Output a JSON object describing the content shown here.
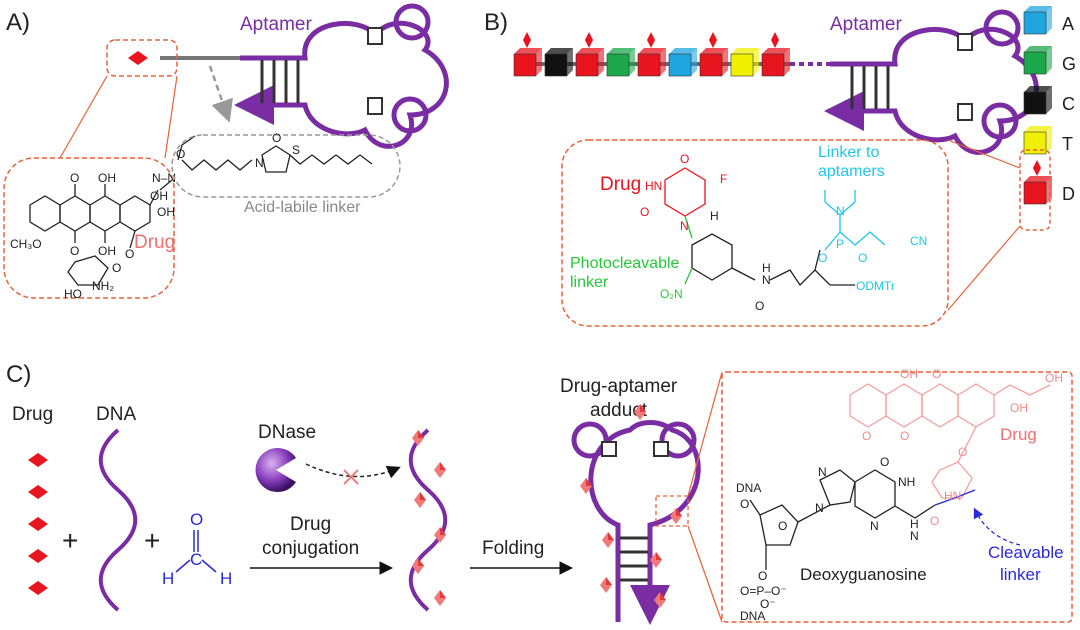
{
  "panels": {
    "a": {
      "label": "A)",
      "aptamer": "Aptamer",
      "drug": "Drug",
      "linker": "Acid-labile linker",
      "chem": {
        "o1": "O",
        "oh1": "OH",
        "nn": "N–N",
        "oh2": "OH",
        "oh3": "OH",
        "och3": "CH₃O",
        "o2": "O",
        "oh4": "OH",
        "o3": "O",
        "o4": "O",
        "ho": "HO",
        "nh2": "NH₂",
        "n": "N",
        "o5": "O",
        "o6": "O",
        "s": "S"
      }
    },
    "b": {
      "label": "B)",
      "aptamer": "Aptamer",
      "legend": [
        {
          "letter": "A",
          "color": "#1fa6e0"
        },
        {
          "letter": "G",
          "color": "#1aa84a"
        },
        {
          "letter": "C",
          "color": "#111111"
        },
        {
          "letter": "T",
          "color": "#f0f000"
        },
        {
          "letter": "D",
          "color": "#e8141e"
        }
      ],
      "drug": "Drug",
      "photocleavable": [
        "Photocleavable",
        "linker"
      ],
      "linker_to_aptamers": [
        "Linker to",
        "aptamers"
      ],
      "chem": {
        "o1": "O",
        "f": "F",
        "hn": "HN",
        "o2": "O",
        "n1": "N",
        "h": "H",
        "n2": "N",
        "p": "P",
        "o3": "O",
        "o4": "O",
        "cn": "CN",
        "no2": "O₂N",
        "h2": "H",
        "n3": "N",
        "o5": "O",
        "odmtr": "ODMTr"
      }
    },
    "c": {
      "label": "C)",
      "drug": "Drug",
      "dna": "DNA",
      "dnase": "DNase",
      "plus1": "+",
      "plus2": "+",
      "formaldehyde": {
        "o": "O",
        "c": "C",
        "h1": "H",
        "h2": "H"
      },
      "step1": [
        "Drug",
        "conjugation"
      ],
      "step2": "Folding",
      "adduct": [
        "Drug-aptamer",
        "adduct"
      ],
      "deoxyguanosine": "Deoxyguanosine",
      "cleavable": [
        "Cleavable",
        "linker"
      ],
      "drug_pink": "Drug",
      "chem": {
        "dna1": "DNA",
        "dna2": "DNA",
        "o1": "O",
        "o2": "O",
        "o3": "O",
        "p": "O=P–O⁻",
        "o4": "O⁻",
        "n1": "N",
        "n2": "N",
        "nh": "NH",
        "n3": "N",
        "h": "H",
        "n4": "N",
        "hn": "HN",
        "o5": "O",
        "oh1": "OH",
        "oh2": "OH",
        "oh3": "OH",
        "o6": "O",
        "o7": "O",
        "o8": "O",
        "och": "O",
        "o9": "O"
      }
    }
  },
  "colors": {
    "purple": "#7a2da3",
    "drug_red": "#e8141e",
    "orange_dash": "#e8613a",
    "cyan": "#1ec8e8",
    "green": "#27c83a",
    "blue": "#2a2ad8",
    "pink": "#f08a8a",
    "gray": "#888888"
  }
}
